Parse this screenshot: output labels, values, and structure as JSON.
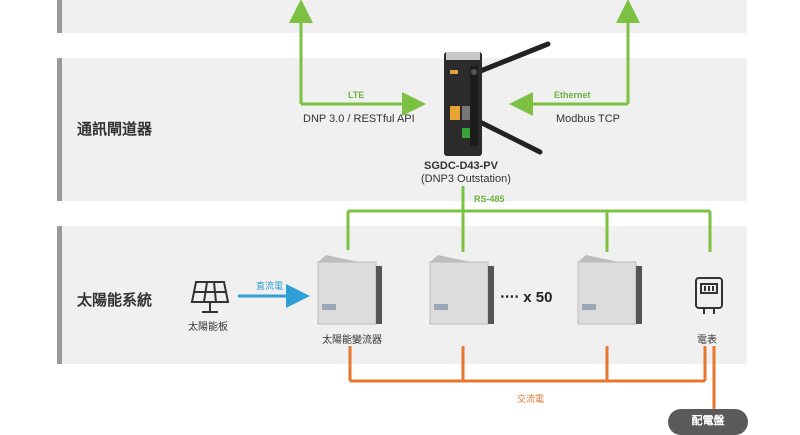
{
  "layers": {
    "gateway": "通訊閘道器",
    "solar": "太陽能系統"
  },
  "links": {
    "lte": "LTE",
    "lte_protocol": "DNP 3.0 / RESTful API",
    "ethernet": "Ethernet",
    "ethernet_protocol": "Modbus TCP",
    "rs485": "RS-485",
    "dc": "直流電",
    "ac": "交流電"
  },
  "device": {
    "model": "SGDC-D43-PV",
    "role": "(DNP3 Outstation)"
  },
  "components": {
    "panel": "太陽能板",
    "inverter": "太陽能變流器",
    "multiplier": "‧‧‧‧ x 50",
    "meter": "電表",
    "distribution": "配電盤"
  },
  "colors": {
    "green": "#7dc142",
    "orange": "#e8762d",
    "blue": "#2fa0d6"
  }
}
